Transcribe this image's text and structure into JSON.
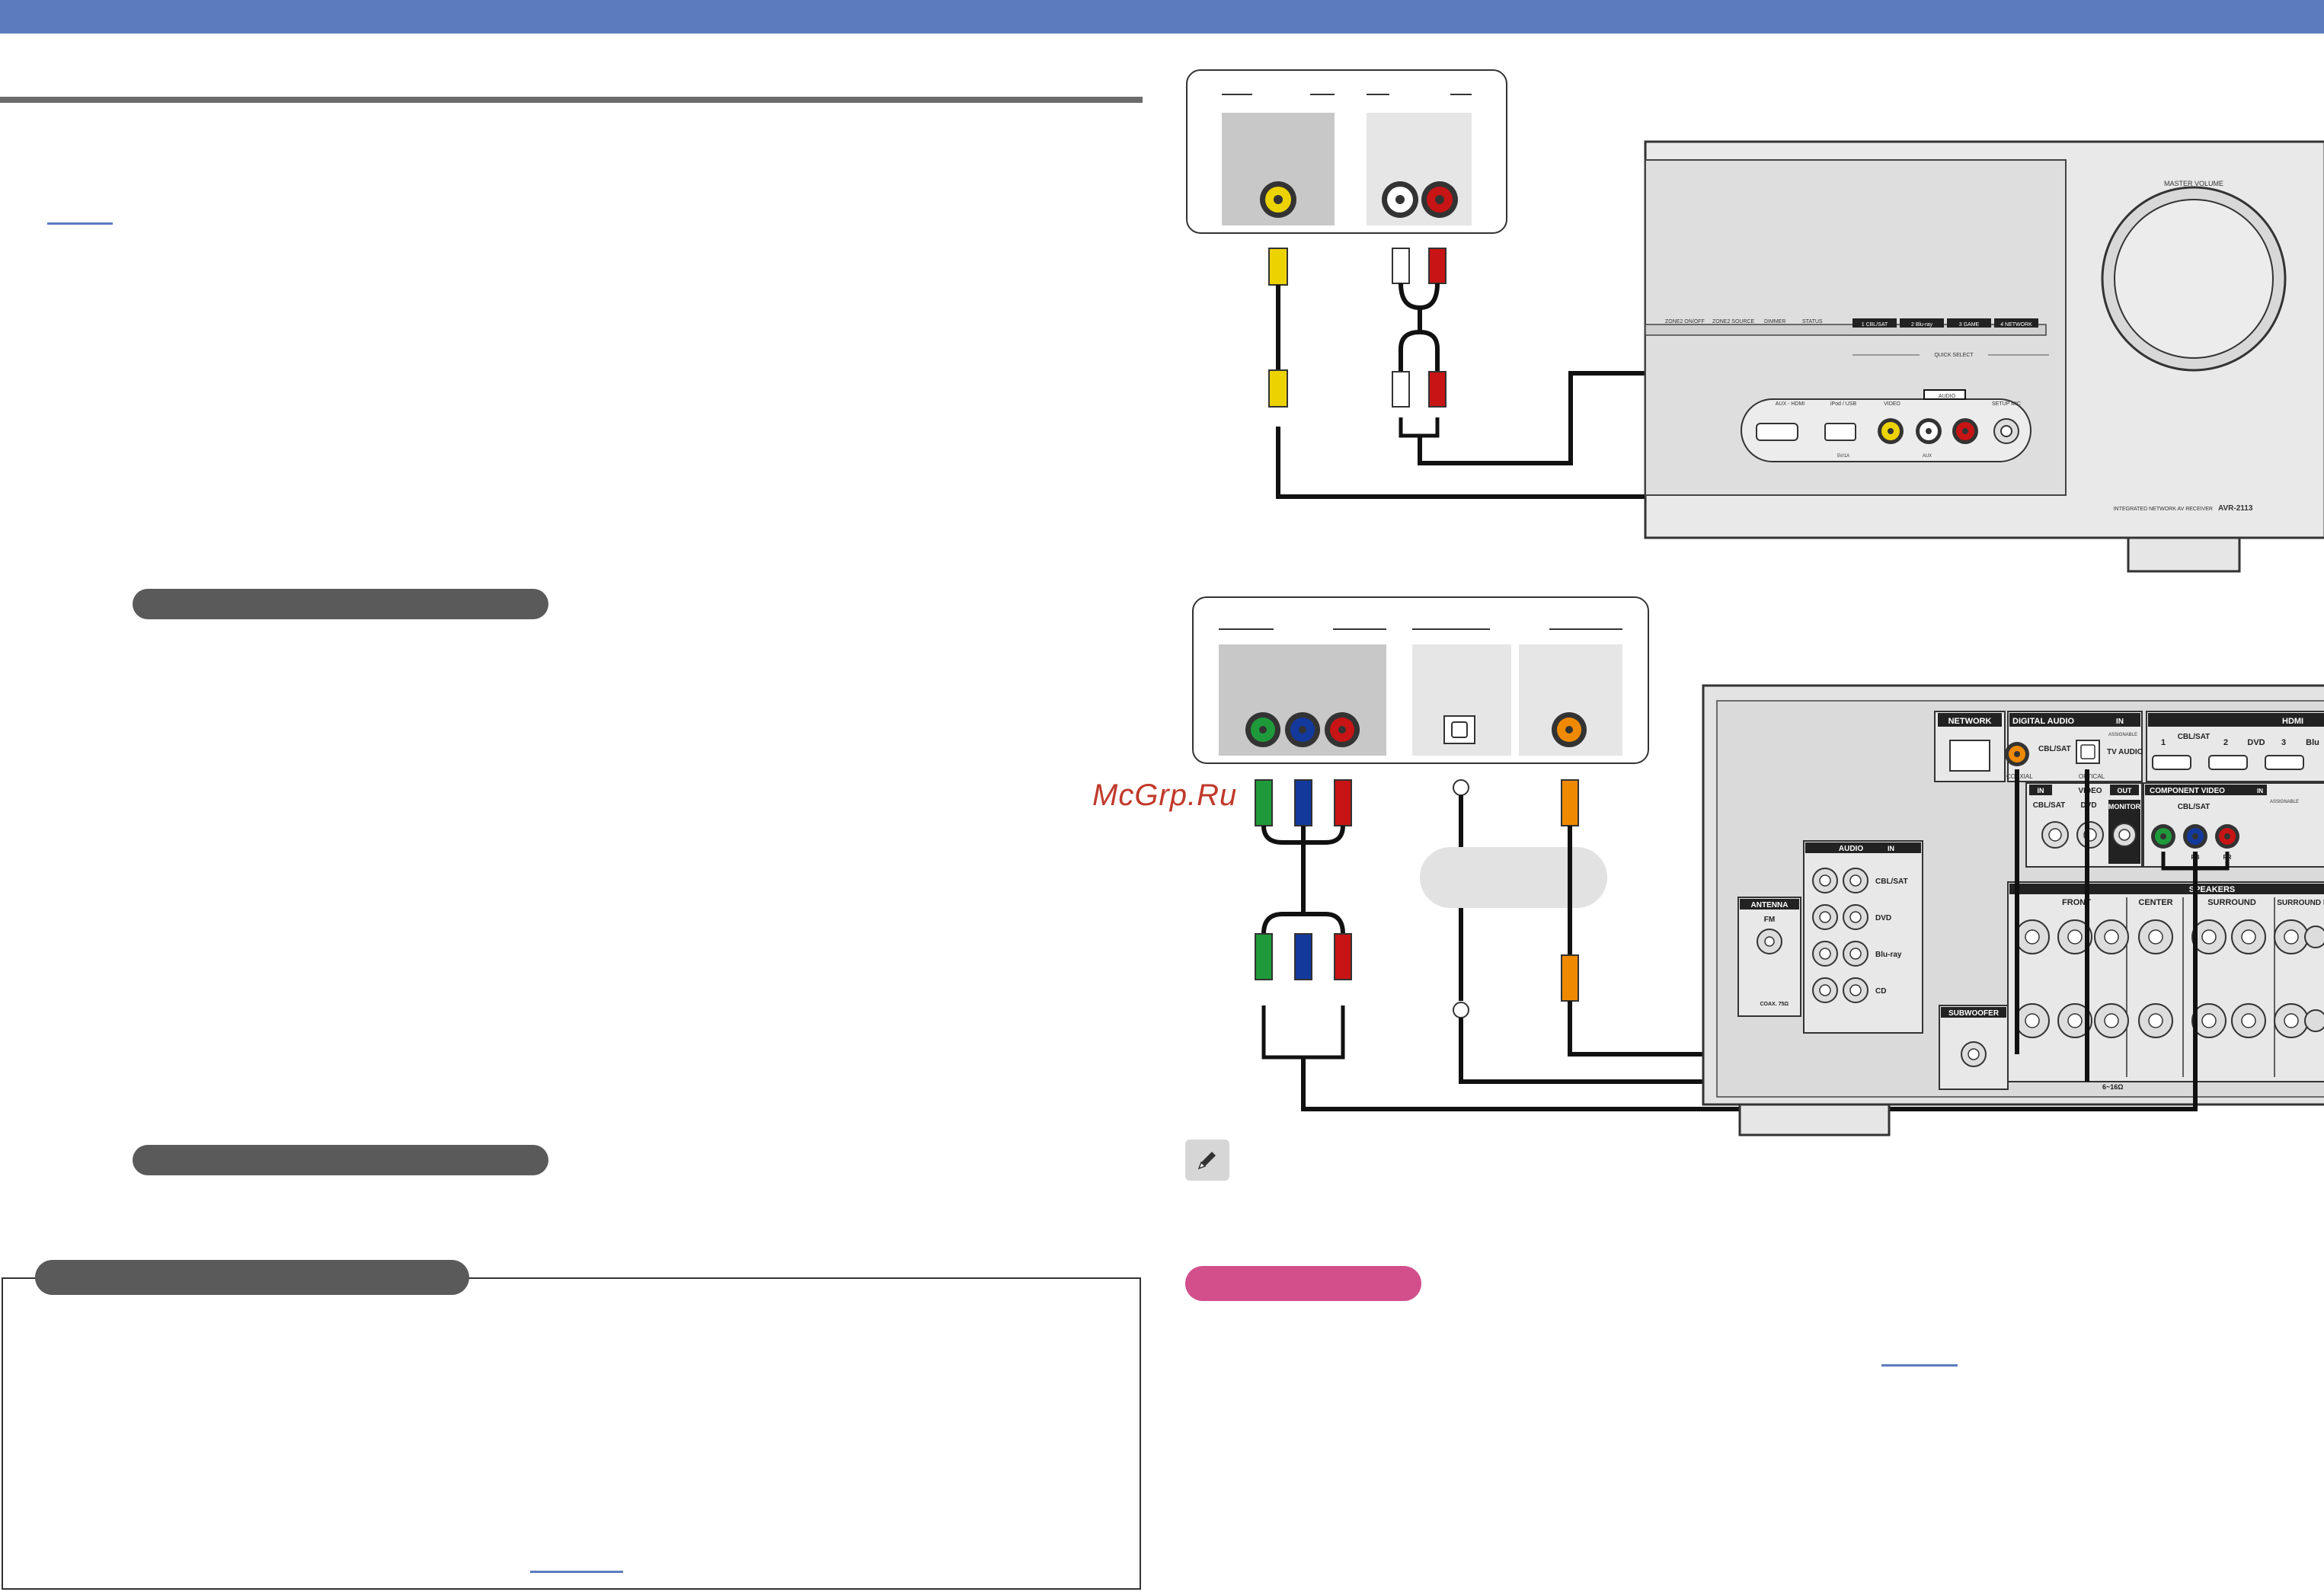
{
  "watermark": "McGrp.Ru",
  "colors": {
    "header": "#5c7bbf",
    "rule": "#6b6b6b",
    "pill": "#5a5a5a",
    "accent_pink": "#d34f8c",
    "link": "#5c7bbf"
  },
  "front_panel": {
    "master_volume": "MASTER VOLUME",
    "buttons": [
      "ZONE2 ON/OFF",
      "ZONE2 SOURCE",
      "DIMMER",
      "STATUS"
    ],
    "quick_select": [
      "1 CBL/SAT",
      "2 Blu-ray",
      "3 GAME",
      "4 NETWORK"
    ],
    "quick_select_label": "QUICK SELECT",
    "jacks": {
      "aux_hdmi": "AUX - HDMI",
      "ipod_usb": "iPod / USB",
      "video": "VIDEO",
      "audio": "AUDIO",
      "setup_mic": "SETUP MIC",
      "usb_rating": "5V/1A",
      "aux": "AUX"
    },
    "model_caption": "INTEGRATED NETWORK AV RECEIVER",
    "model": "AVR-2113"
  },
  "rear_panel": {
    "network": "NETWORK",
    "digital_audio": "DIGITAL AUDIO",
    "in": "IN",
    "assignable": "ASSIGNABLE",
    "cbl_sat": "CBL/SAT",
    "tv_audio": "TV AUDIO",
    "coaxial": "COAXIAL",
    "optical": "OPTICAL",
    "hdmi": "HDMI",
    "hdmi_inputs": [
      "1",
      "CBL/SAT",
      "2",
      "DVD",
      "3",
      "Blu"
    ],
    "video": "VIDEO",
    "out": "OUT",
    "dvd": "DVD",
    "monitor": "MONITOR",
    "component_video": "COMPONENT VIDEO",
    "audio_in": "AUDIO",
    "audio_rows": [
      "CBL/SAT",
      "DVD",
      "Blu-ray",
      "CD"
    ],
    "antenna": "ANTENNA",
    "fm": "FM",
    "coax_75": "COAX. 75Ω",
    "subwoofer": "SUBWOOFER",
    "speakers": "SPEAKERS",
    "speaker_groups": [
      "FRONT",
      "CENTER",
      "SURROUND",
      "SURROUND BACK"
    ],
    "impedance": "6~16Ω",
    "comp_labels": [
      "Y",
      "PB",
      "PR"
    ]
  }
}
